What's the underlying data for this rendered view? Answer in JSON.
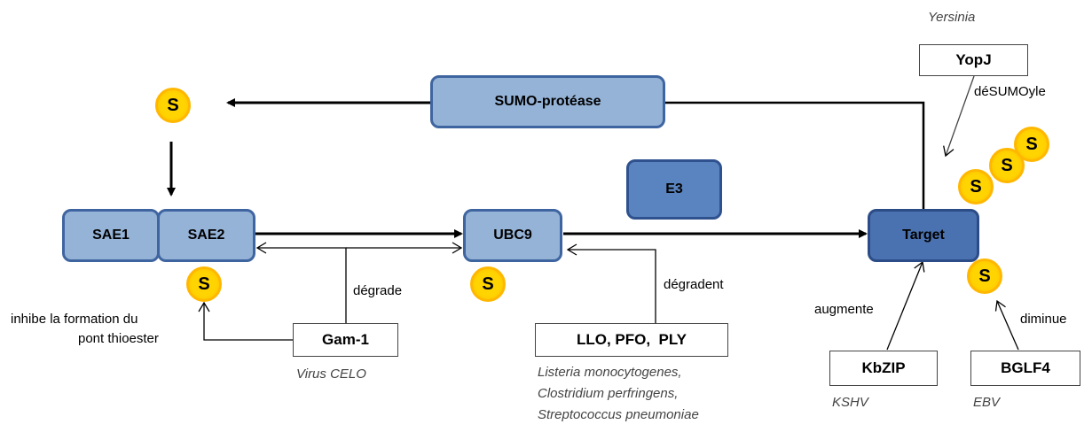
{
  "nodes": {
    "sae1": "SAE1",
    "sae2": "SAE2",
    "ubc9": "UBC9",
    "e3": "E3",
    "target": "Target",
    "sumo_protease": "SUMO-protéase"
  },
  "sumo_symbol": "S",
  "inhibitors": {
    "yopj": {
      "name": "YopJ",
      "organism": "Yersinia",
      "action": "déSUMOyle"
    },
    "gam1": {
      "name": "Gam-1",
      "organism": "Virus CELO",
      "action_degrade": "dégrade",
      "action_inhibit_line1": "inhibe la formation du",
      "action_inhibit_line2": "pont thioester"
    },
    "llo": {
      "name": "LLO, PFO,  PLY",
      "organisms": [
        "Listeria monocytogenes,",
        "Clostridium perfringens,",
        "Streptococcus pneumoniae"
      ],
      "action": "dégradent"
    },
    "kbzip": {
      "name": "KbZIP",
      "organism": "KSHV",
      "action": "augmente"
    },
    "bglf4": {
      "name": "BGLF4",
      "organism": "EBV",
      "action": "diminue"
    }
  },
  "colors": {
    "light_node": "#95b3d7",
    "mid_node": "#5a84bf",
    "dark_node": "#4a72b0",
    "node_border": "#3f65a0",
    "sumo_fill": "#ffd400",
    "sumo_border": "#ffb700"
  }
}
